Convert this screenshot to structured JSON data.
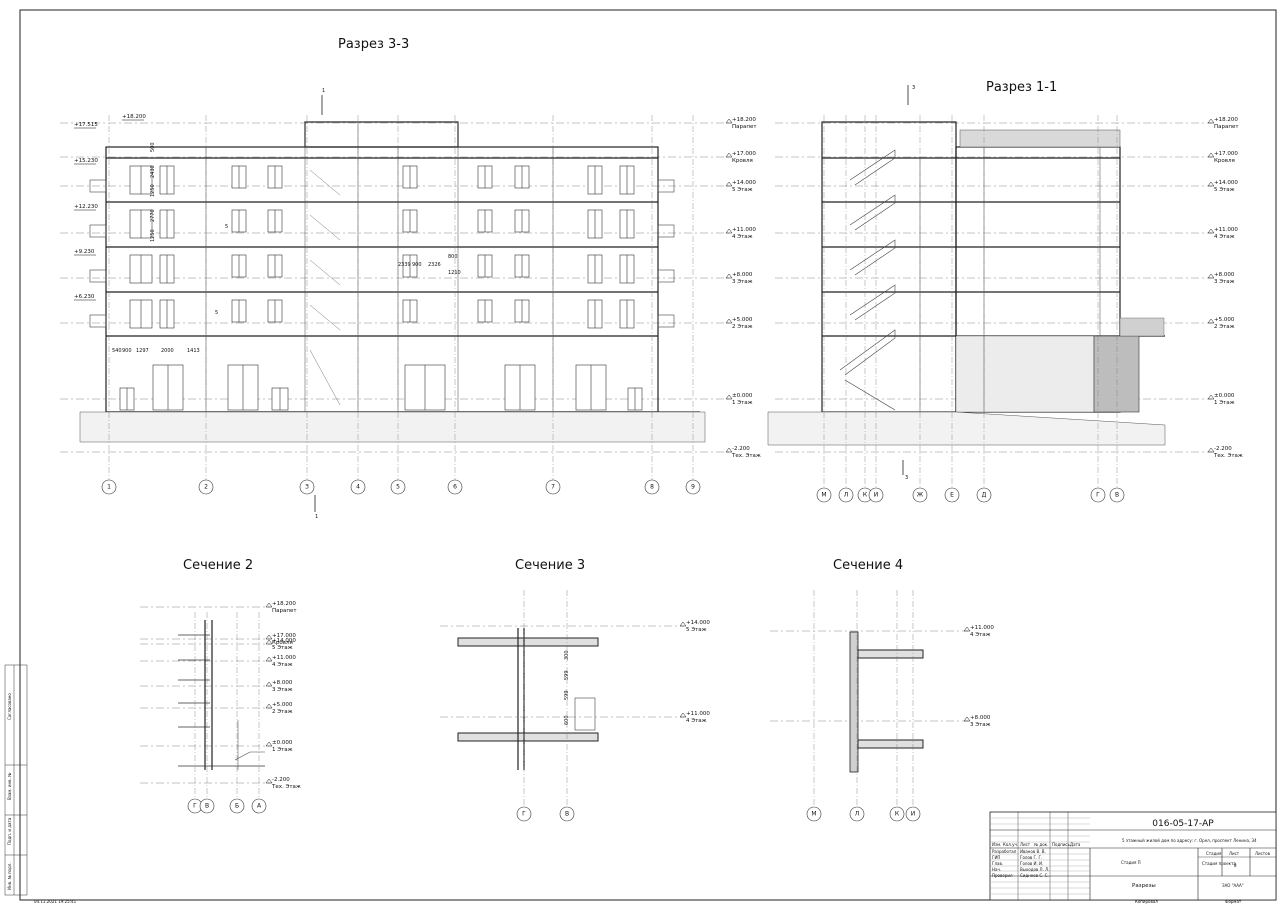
{
  "titles": {
    "section33": "Разрез 3-3",
    "section11": "Разрез 1-1",
    "cut2": "Сечение 2",
    "cut3": "Сечение 3",
    "cut4": "Сечение 4"
  },
  "levels_right": [
    {
      "value": "+18.200",
      "name": "Парапет"
    },
    {
      "value": "+17.000",
      "name": "Кровля"
    },
    {
      "value": "+14.000",
      "name": "5 Этаж"
    },
    {
      "value": "+11.000",
      "name": "4 Этаж"
    },
    {
      "value": "+8.000",
      "name": "3 Этаж"
    },
    {
      "value": "+5.000",
      "name": "2 Этаж"
    },
    {
      "value": "±0.000",
      "name": "1 Этаж"
    },
    {
      "value": "-2.200",
      "name": "Тех. Этаж"
    }
  ],
  "levels_left": [
    "+18.200",
    "+17.515",
    "+15.230",
    "+12.230",
    "+9.230",
    "+6.230"
  ],
  "axes_33": [
    "1",
    "2",
    "3",
    "4",
    "5",
    "6",
    "7",
    "8",
    "9"
  ],
  "axes_11": [
    "М",
    "Л",
    "К",
    "И",
    "Ж",
    "Е",
    "Д",
    "Г",
    "В"
  ],
  "axes_cut2": [
    "Г",
    "В",
    "Б",
    "А"
  ],
  "axes_cut3": [
    "Г",
    "В"
  ],
  "axes_cut4": [
    "М",
    "Л",
    "К",
    "И"
  ],
  "cut_marks": {
    "m1_top": "1",
    "m1_bottom": "1",
    "m3_top": "3",
    "m3_bottom": "3",
    "m5a": "5",
    "m5b": "5"
  },
  "dims": {
    "row1": [
      "540",
      "900",
      "1297",
      "2000",
      "1413"
    ],
    "vert1": [
      "500",
      "2430",
      "1250",
      "2770",
      "1250"
    ],
    "mid": [
      "2339",
      "900",
      "2326",
      "800",
      "1210"
    ],
    "cut3": [
      "300",
      "599",
      "599",
      "600"
    ]
  },
  "cut2_levels": [
    {
      "value": "+18.200",
      "name": "Парапет"
    },
    {
      "value": "+17.000",
      "name": "Кровля"
    },
    {
      "value": "+14.000",
      "name": "5 Этаж"
    },
    {
      "value": "+11.000",
      "name": "4 Этаж"
    },
    {
      "value": "+8.000",
      "name": "3 Этаж"
    },
    {
      "value": "+5.000",
      "name": "2 Этаж"
    },
    {
      "value": "±0.000",
      "name": "1 Этаж"
    },
    {
      "value": "-2.200",
      "name": "Тех. Этаж"
    }
  ],
  "cut3_levels": [
    {
      "value": "+14.000",
      "name": "5 Этаж"
    },
    {
      "value": "+11.000",
      "name": "4 Этаж"
    }
  ],
  "cut4_levels": [
    {
      "value": "+11.000",
      "name": "4 Этаж"
    },
    {
      "value": "+8.000",
      "name": "3 Этаж"
    }
  ],
  "titleblock": {
    "code": "016-05-17-АР",
    "project": "5 этажный жилой дом по адресу: г. Орел, проспект Ленина, 34",
    "stage_head": "Стадия",
    "sheet_head": "Лист",
    "sheets_head": "Листов",
    "stage": "Стадия П",
    "stage2": "Стадия проекта",
    "sheet_no": "8",
    "sheet_name": "Разрезы",
    "org": "ЗАО \"ААА\"",
    "cols": [
      "Изм.",
      "Кол.уч.",
      "Лист",
      "№ док.",
      "Подпись",
      "Дата"
    ],
    "rows": [
      {
        "role": "Разработал",
        "name": "Иванов В. В."
      },
      {
        "role": "ГИП",
        "name": "Голов Г. Г."
      },
      {
        "role": "Глав.",
        "name": "Голов И. И."
      },
      {
        "role": "Нач.",
        "name": "Выходов Л. Л."
      },
      {
        "role": "Проверил",
        "name": "Сиднеев С. С."
      }
    ],
    "copied": "Копировал",
    "format": "Формат"
  },
  "side_stamp": [
    "Согласовано",
    "Взам. инв. №",
    "Подп. и дата",
    "Инв. № подл."
  ],
  "timestamp": "04.11.2021 19:25:41"
}
